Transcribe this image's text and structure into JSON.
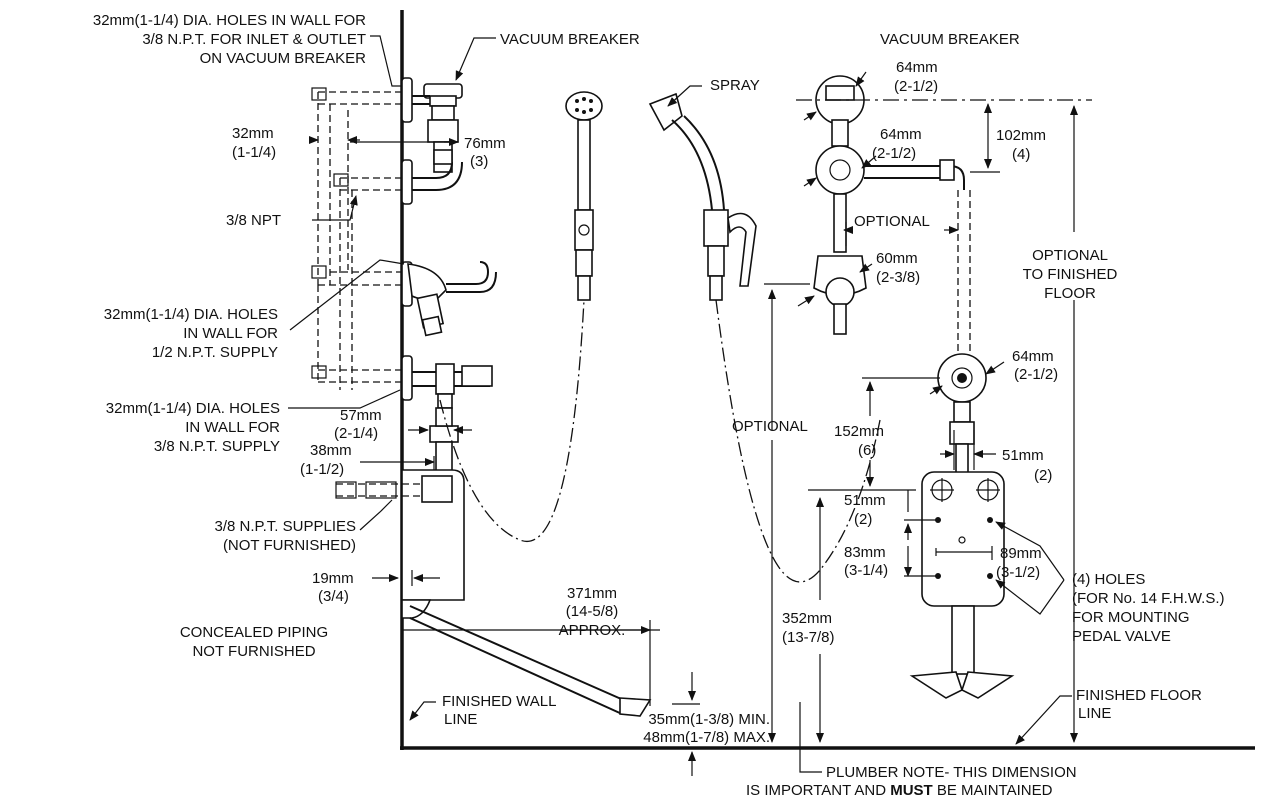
{
  "labels": {
    "holes_top_1": "32mm(1-1/4) DIA. HOLES IN WALL FOR",
    "holes_top_2": "3/8 N.P.T. FOR INLET & OUTLET",
    "holes_top_3": "ON VACUUM BREAKER",
    "vacuum_breaker_left": "VACUUM BREAKER",
    "vacuum_breaker_right": "VACUUM BREAKER",
    "spray": "SPRAY",
    "dim_32mm": "32mm",
    "dim_32mm_in": "(1-1/4)",
    "dim_76mm": "76mm",
    "dim_76mm_in": "(3)",
    "npt_38": "3/8 NPT",
    "holes_half_1": "32mm(1-1/4) DIA. HOLES",
    "holes_half_2": "IN WALL FOR",
    "holes_half_3": "1/2 N.P.T. SUPPLY",
    "holes_38_1": "32mm(1-1/4) DIA. HOLES",
    "holes_38_2": "IN WALL FOR",
    "holes_38_3": "3/8 N.P.T. SUPPLY",
    "dim_57mm": "57mm",
    "dim_57mm_in": "(2-1/4)",
    "dim_38mm": "38mm",
    "dim_38mm_in": "(1-1/2)",
    "supplies_1": "3/8 N.P.T. SUPPLIES",
    "supplies_2": "(NOT FURNISHED)",
    "dim_19mm": "19mm",
    "dim_19mm_in": "(3/4)",
    "concealed_1": "CONCEALED PIPING",
    "concealed_2": "NOT FURNISHED",
    "dim_371mm": "371mm",
    "dim_371mm_in": "(14-5/8)",
    "approx": "APPROX.",
    "finished_wall_1": "FINISHED WALL",
    "finished_wall_2": "LINE",
    "min_dim": "35mm(1-3/8) MIN.",
    "max_dim": "48mm(1-7/8) MAX.",
    "optional_left": "OPTIONAL",
    "dim_64mm_a": "64mm",
    "dim_64mm_a_in": "(2-1/2)",
    "dim_64mm_b": "64mm",
    "dim_64mm_b_in": "(2-1/2)",
    "dim_102mm": "102mm",
    "dim_102mm_in": "(4)",
    "optional_mid": "OPTIONAL",
    "dim_60mm": "60mm",
    "dim_60mm_in": "(2-3/8)",
    "optional_ff_1": "OPTIONAL",
    "optional_ff_2": "TO FINISHED",
    "optional_ff_3": "FLOOR",
    "dim_64mm_c": "64mm",
    "dim_64mm_c_in": "(2-1/2)",
    "dim_152mm": "152mm",
    "dim_152mm_in": "(6)",
    "dim_51mm_a": "51mm",
    "dim_51mm_a_in": "(2)",
    "dim_51mm_b": "51mm",
    "dim_51mm_b_in": "(2)",
    "dim_83mm": "83mm",
    "dim_83mm_in": "(3-1/4)",
    "dim_89mm": "89mm",
    "dim_89mm_in": "(3-1/2)",
    "holes4_1": "(4) HOLES",
    "holes4_2": "(FOR No. 14 F.H.W.S.)",
    "holes4_3": "FOR MOUNTING",
    "holes4_4": "PEDAL VALVE",
    "dim_352mm": "352mm",
    "dim_352mm_in": "(13-7/8)",
    "finished_floor_1": "FINISHED FLOOR",
    "finished_floor_2": "LINE",
    "plumber_1": "PLUMBER NOTE- THIS DIMENSION",
    "plumber_2a": "IS IMPORTANT AND ",
    "plumber_2b": "MUST",
    "plumber_2c": " BE MAINTAINED"
  }
}
